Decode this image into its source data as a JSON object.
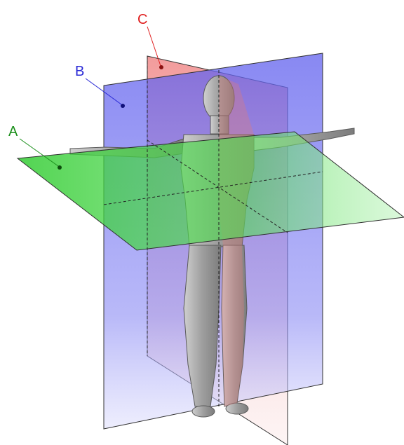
{
  "labels": [
    {
      "text": "A",
      "color": "#1a8f1a"
    },
    {
      "text": "B",
      "color": "#2b2bd6"
    },
    {
      "text": "C",
      "color": "#e02020"
    }
  ],
  "colors": {
    "transverse_plane": "#3fd63f",
    "frontal_plane": "#6f6ff2",
    "sagittal_plane": "#f08080",
    "figure": "#a9a9a9"
  }
}
